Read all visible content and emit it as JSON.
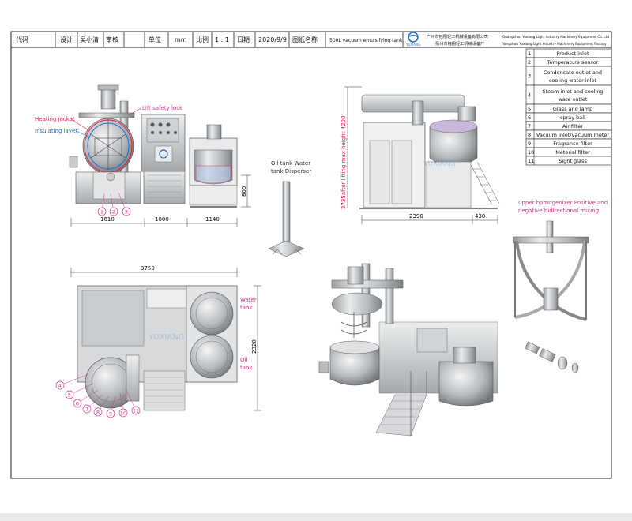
{
  "title_block": {
    "code_label": "代码",
    "design_label": "设计",
    "designer": "吴小清",
    "review_label": "审核",
    "unit_label": "单位",
    "unit_value": "mm",
    "scale_label": "比例",
    "scale_value": "1 : 1",
    "date_label": "日期",
    "date_value": "2020/9/9",
    "drawing_name_label": "图纸名称",
    "drawing_name": "500L vacuum emulsifying tank",
    "logo_text": "YUXIANG",
    "company_cn_1": "广州市钰翔轻工机械设备有限公司",
    "company_en_1": "Guangzhou Yuxiang Light Industry Machinery Equipment Co. Ltd",
    "company_cn_2": "扬州市钰翔轻工机械设备厂",
    "company_en_2": "Yangzhou Yuxiang Light Industry Machinery Equipment Factory"
  },
  "parts_table": [
    {
      "no": "1",
      "name": "Product inlet"
    },
    {
      "no": "2",
      "name": "Temperature sensor"
    },
    {
      "no": "3",
      "name": "Condensate outlet and cooling water inlet"
    },
    {
      "no": "4",
      "name": "Steam inlet and cooling wate outlet"
    },
    {
      "no": "5",
      "name": "Glass and lamp"
    },
    {
      "no": "6",
      "name": "spray ball"
    },
    {
      "no": "7",
      "name": "Air filter"
    },
    {
      "no": "8",
      "name": "Vacuum inlet/vacuum meter"
    },
    {
      "no": "9",
      "name": "Fragrance filter"
    },
    {
      "no": "10",
      "name": "Meterial filter"
    },
    {
      "no": "11",
      "name": "Sight glass"
    }
  ],
  "annotations": {
    "heating_jacket": "Heating jacket",
    "insulating_layer": "Insulating layer",
    "lift_safety_lock": "Lift safety lock",
    "oil_tank_water_tank": "Oil tank Water tank Disperser",
    "upper_homogenizer": "upper homogenizer Positive and negative bidirectional mixing",
    "water_tank": "Water tank",
    "oil_tank": "Oil tank",
    "height_label": "2735after lifting max height 4200",
    "watermark": "YUXIANG"
  },
  "dimensions": {
    "front_1": "1610",
    "front_2": "1000",
    "front_3": "1140",
    "front_height": "800",
    "side_1": "2390",
    "side_2": "430",
    "plan_width": "3750",
    "plan_depth": "2320"
  },
  "callouts_front": [
    "1",
    "2",
    "3"
  ],
  "callouts_plan": [
    "4",
    "5",
    "6",
    "7",
    "8",
    "9",
    "10",
    "11"
  ],
  "colors": {
    "line": "#444444",
    "heating_jacket": "#e0204a",
    "insulating_layer": "#1f6fd6",
    "callout": "#d4338c",
    "dimension": "#333333",
    "steel_light": "#d8dadc",
    "steel_dark": "#8c8f92",
    "watermark": "#5b8fd0"
  }
}
